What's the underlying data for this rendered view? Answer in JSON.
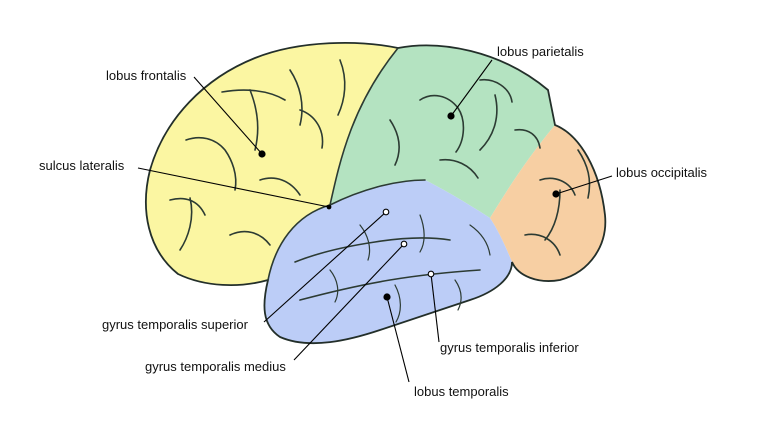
{
  "diagram": {
    "labels": {
      "frontal": "lobus frontalis",
      "parietal": "lobus parietalis",
      "occipital": "lobus occipitalis",
      "lateral_sulcus": "sulcus lateralis",
      "temporal_superior": "gyrus temporalis superior",
      "temporal_medius": "gyrus temporalis medius",
      "temporal_inferior": "gyrus temporalis inferior",
      "temporal": "lobus temporalis"
    },
    "colors": {
      "frontal": "#fbf6a2",
      "parietal": "#b4e3c1",
      "occipital": "#f7cfa3",
      "temporal": "#bccdf7",
      "outline": "#232f2a"
    }
  }
}
